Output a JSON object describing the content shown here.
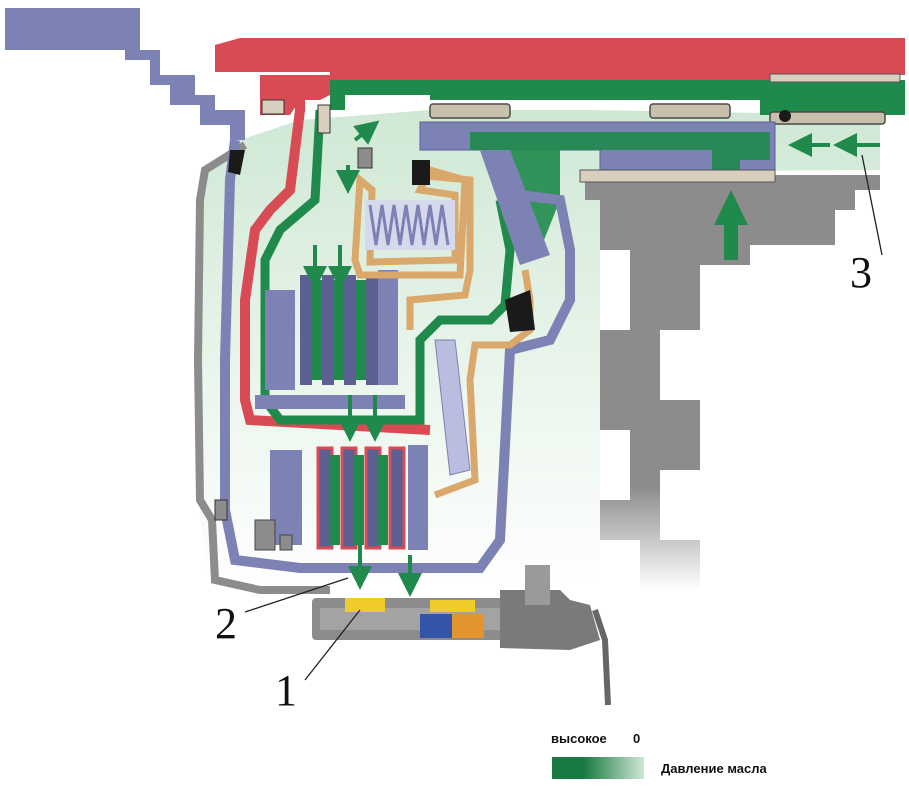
{
  "callouts": {
    "c1": "1",
    "c2": "2",
    "c3": "3"
  },
  "legend": {
    "high_label": "высокое",
    "zero_label": "0",
    "title": "Давление масла",
    "gradient_from": "#1a7a44",
    "gradient_to": "#cfe8d4"
  },
  "colors": {
    "housing_blue": "#7d82b4",
    "housing_blue_dark": "#5b5f92",
    "oil_green": "#1f8a4c",
    "oil_green_light": "#a8dcb0",
    "oil_green_pale": "#cfe8d4",
    "red_part": "#d84b54",
    "tan_part": "#d9a86a",
    "gray_case": "#8c8c8c",
    "sensor_yellow": "#f0cc2a",
    "sensor_blue": "#3255a8",
    "sensor_orange": "#e2942f"
  },
  "icons": {
    "arrow": "flow-arrow-icon",
    "spring": "return-spring-icon"
  }
}
